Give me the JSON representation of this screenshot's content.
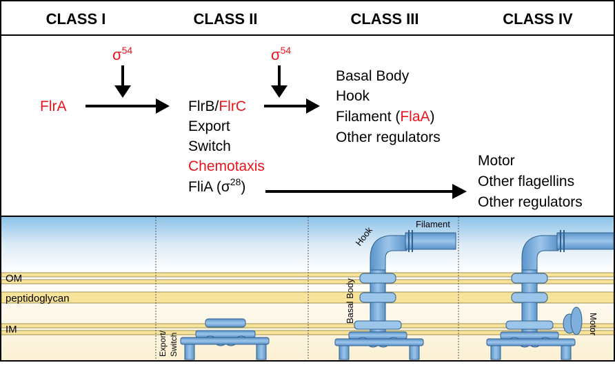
{
  "headers": [
    "CLASS I",
    "CLASS II",
    "CLASS III",
    "CLASS IV"
  ],
  "sigma54_a": "σ",
  "sigma54_a_sup": "54",
  "sigma54_b": "σ",
  "sigma54_b_sup": "54",
  "class1_gene": "FlrA",
  "class2": {
    "flrb": "FlrB/",
    "flrc": "FlrC",
    "export": "Export",
    "switch": "Switch",
    "chemotaxis": "Chemotaxis",
    "flia_prefix": "FliA (σ",
    "flia_sup": "28",
    "flia_suffix": ")"
  },
  "class3": {
    "basal_body": "Basal Body",
    "hook": "Hook",
    "filament_prefix": "Filament (",
    "flaa": "FlaA",
    "filament_suffix": ")",
    "other_regulators": "Other regulators"
  },
  "class4": {
    "motor": "Motor",
    "other_flagellins": "Other flagellins",
    "other_regulators": "Other regulators"
  },
  "membrane_labels": {
    "om": "OM",
    "peptidoglycan": "peptidoglycan",
    "im": "IM"
  },
  "structure_labels": {
    "export_switch_1": "Export/",
    "export_switch_2": "Switch",
    "hook": "Hook",
    "filament": "Filament",
    "basal_body": "Basal Body",
    "motor": "Motor"
  },
  "colors": {
    "highlight_red": "#e8141b",
    "text_black": "#000000",
    "membrane_yellow": "#f7e39a",
    "flagellum_blue": "#7fb0dd",
    "sky_top": "#8cc2e8"
  }
}
